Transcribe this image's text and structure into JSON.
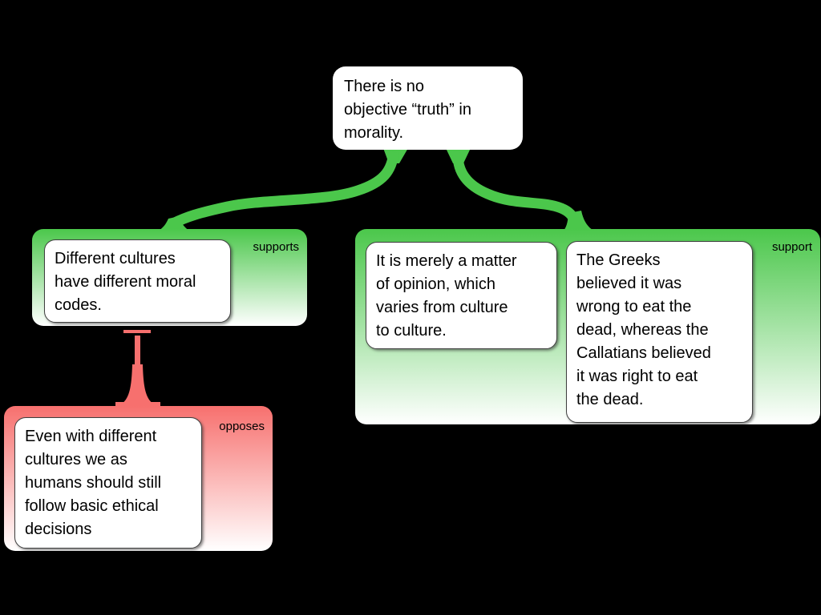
{
  "diagram": {
    "type": "argument-map",
    "background": "#000000",
    "root_claim": {
      "text": "There is no\nobjective “truth” in\nmorality."
    },
    "groups": [
      {
        "label": "supports",
        "relation": "supports",
        "claims": [
          {
            "text": "Different cultures\nhave different moral\ncodes."
          }
        ]
      },
      {
        "label": "support",
        "relation": "supports",
        "claims": [
          {
            "text": "It is merely a matter\nof opinion, which\nvaries from culture\nto culture."
          },
          {
            "text": "The Greeks\nbelieved it was\nwrong to eat the\ndead, whereas the\nCallatians believed\nit was right to eat\nthe dead."
          }
        ]
      },
      {
        "label": "opposes",
        "relation": "opposes",
        "claims": [
          {
            "text": "Even with different\ncultures we as\nhumans should still\nfollow basic ethical\ndecisions"
          }
        ]
      }
    ],
    "colors": {
      "support_green": "#4bc74b",
      "oppose_red": "#f7706e",
      "claim_bg": "#ffffff",
      "claim_border": "#3f3f3f",
      "text": "#000000"
    }
  }
}
